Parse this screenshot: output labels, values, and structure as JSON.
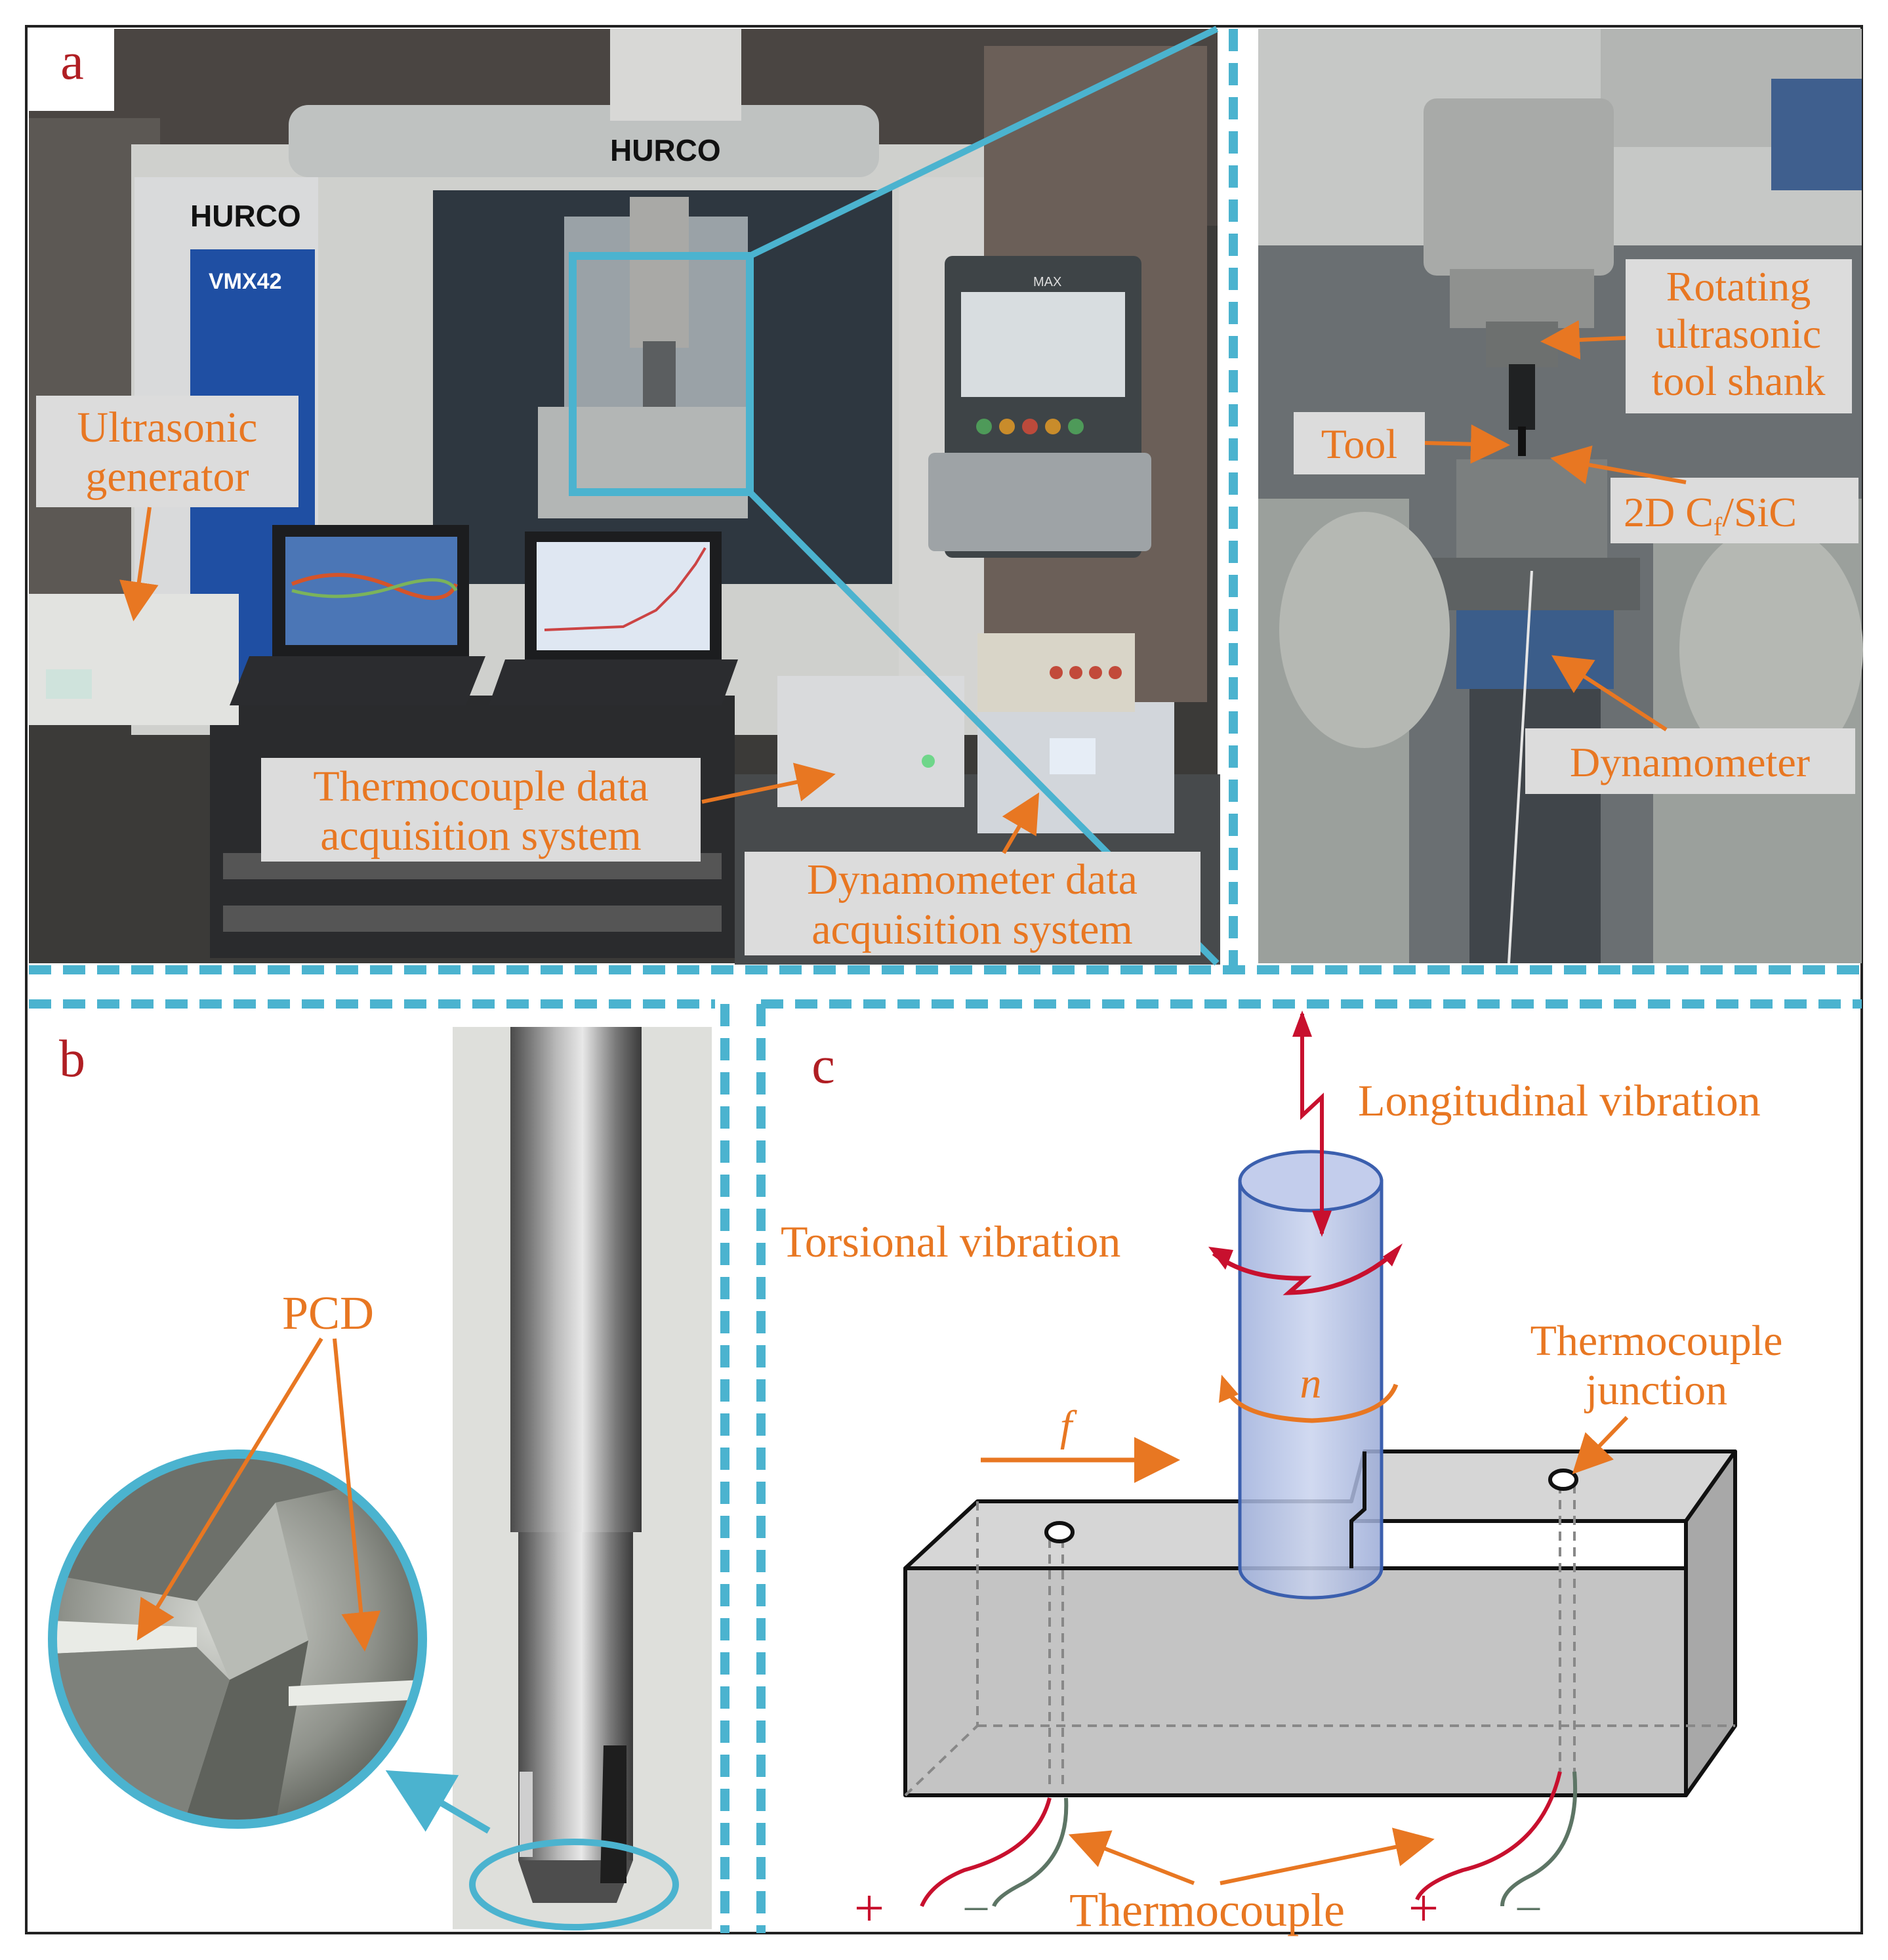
{
  "colors": {
    "panel_border": "#4bb3cf",
    "annotation_orange": "#e87722",
    "panel_letter": "#b01e23",
    "label_box": "#dcdcdc",
    "workpiece_gray": "#c8c8c8",
    "tool_blue": "#aab8e0",
    "vibration_red": "#c8102e",
    "wire_gray": "#5d7565"
  },
  "panel_a": {
    "letter": "a",
    "labels": {
      "ultrasonic_generator": [
        "Ultrasonic",
        "generator"
      ],
      "thermocouple_daq": [
        "Thermocouple data",
        "acquisition system"
      ],
      "dynamometer_daq": [
        "Dynamometer data",
        "acquisition system"
      ]
    },
    "machine_text": {
      "brand": "HURCO",
      "model": "VMX42",
      "pendant": "MAX"
    },
    "zoom_labels": {
      "shank": [
        "Rotating",
        "ultrasonic",
        "tool shank"
      ],
      "tool": "Tool",
      "material": "2D C",
      "material_sub": "f",
      "material_suffix": "/SiC",
      "dynamometer": "Dynamometer"
    }
  },
  "panel_b": {
    "letter": "b",
    "label": "PCD"
  },
  "panel_c": {
    "letter": "c",
    "longitudinal": "Longitudinal vibration",
    "torsional": "Torsional vibration",
    "rotation": "n",
    "feed": "f",
    "junction": [
      "Thermocouple",
      "junction"
    ],
    "thermocouple": "Thermocouple",
    "plus": "+",
    "minus": "–"
  }
}
